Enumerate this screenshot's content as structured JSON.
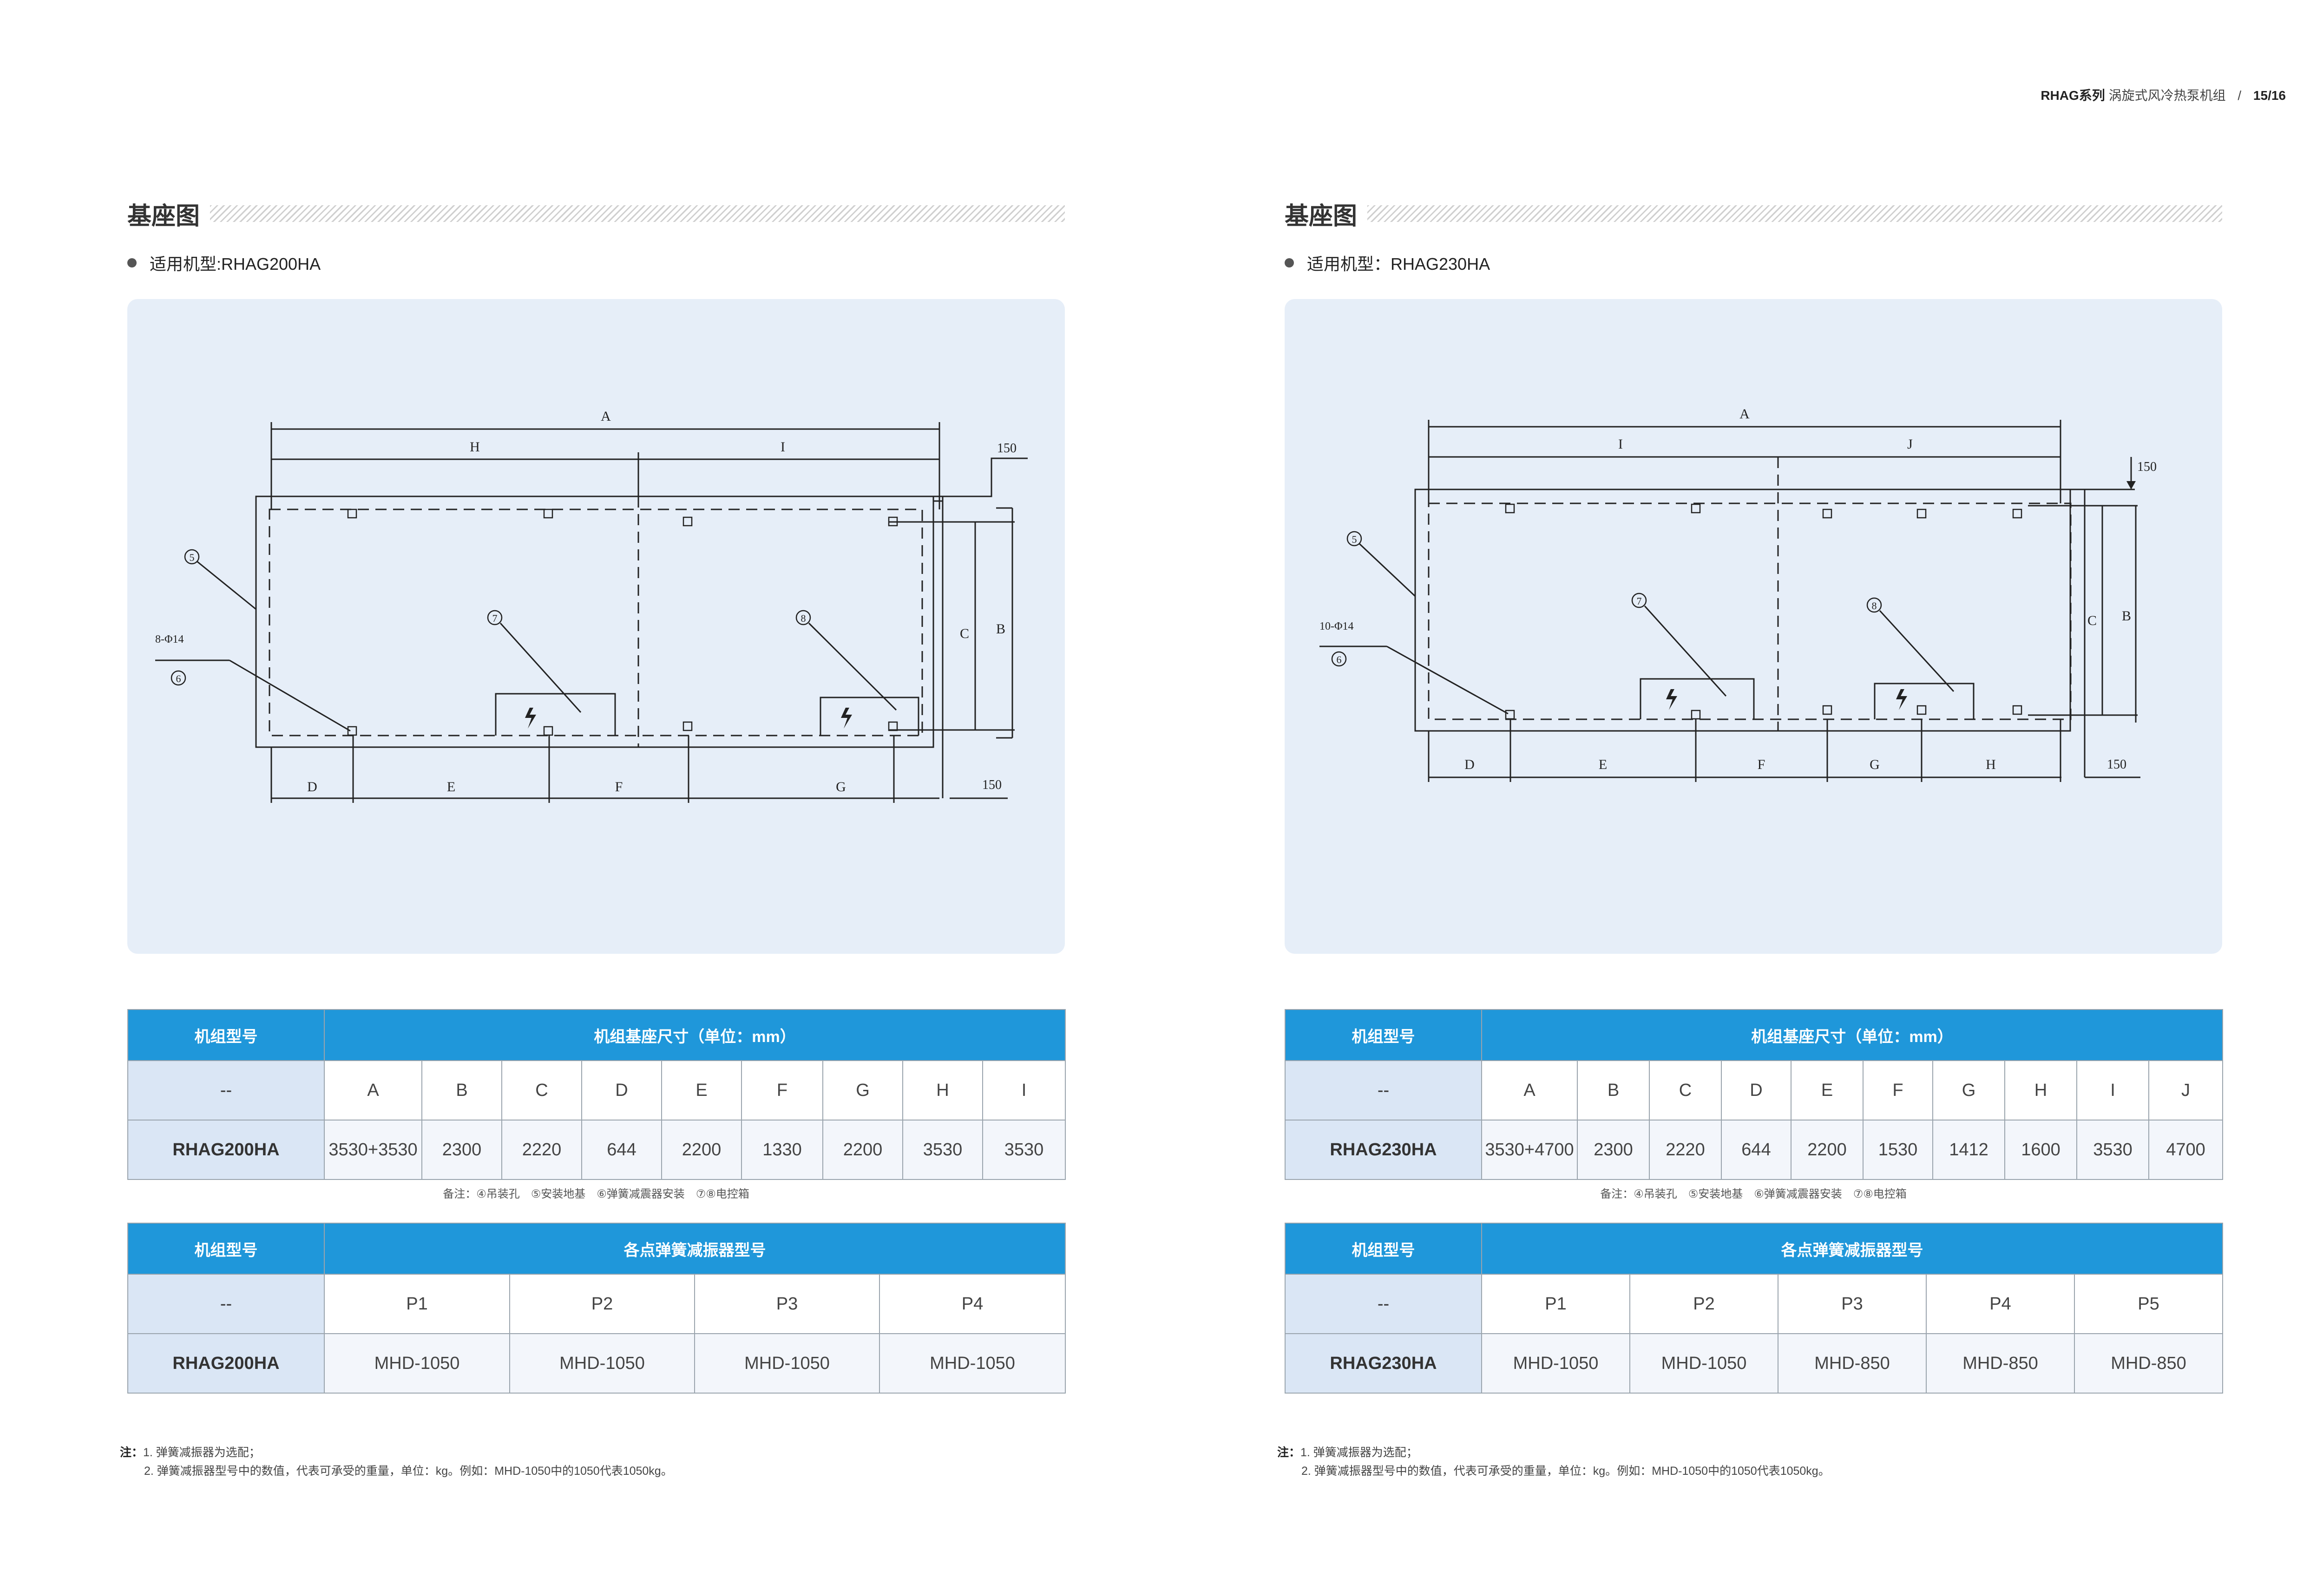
{
  "header": {
    "brand": "RHAG系列",
    "subtitle": "涡旋式风冷热泵机组",
    "separator": "/",
    "page": "15/16"
  },
  "left": {
    "section_title": "基座图",
    "model_label": "适用机型:RHAG200HA",
    "remark": "备注：④吊装孔　⑤安装地基　⑥弹簧减震器安装　⑦⑧电控箱",
    "drawing": {
      "dims_top": [
        "A",
        "H",
        "I"
      ],
      "dims_bottom": [
        "D",
        "E",
        "F",
        "G"
      ],
      "dims_side": [
        "C",
        "B"
      ],
      "offset_top": "150",
      "offset_bottom": "150",
      "hole_spec": "8-Φ14",
      "callouts": [
        "⑤",
        "⑥",
        "⑦",
        "⑧"
      ]
    },
    "table1": {
      "h_model": "机组型号",
      "h_dims": "机组基座尺寸（单位：mm）",
      "row1": [
        "--",
        "A",
        "B",
        "C",
        "D",
        "E",
        "F",
        "G",
        "H",
        "I"
      ],
      "row2": [
        "RHAG200HA",
        "3530+3530",
        "2300",
        "2220",
        "644",
        "2200",
        "1330",
        "2200",
        "3530",
        "3530"
      ]
    },
    "table2": {
      "h_model": "机组型号",
      "h_spring": "各点弹簧减振器型号",
      "row1": [
        "--",
        "P1",
        "P2",
        "P3",
        "P4"
      ],
      "row2": [
        "RHAG200HA",
        "MHD-1050",
        "MHD-1050",
        "MHD-1050",
        "MHD-1050"
      ]
    },
    "notes": {
      "label": "注：",
      "n1": "1. 弹簧减振器为选配；",
      "n2": "2. 弹簧减振器型号中的数值，代表可承受的重量，单位：kg。例如：MHD-1050中的1050代表1050kg。"
    }
  },
  "right": {
    "section_title": "基座图",
    "model_label": "适用机型：RHAG230HA",
    "remark": "备注：④吊装孔　⑤安装地基　⑥弹簧减震器安装　⑦⑧电控箱",
    "drawing": {
      "dims_top": [
        "A",
        "I",
        "J"
      ],
      "dims_bottom": [
        "D",
        "E",
        "F",
        "G",
        "H"
      ],
      "dims_side": [
        "C",
        "B"
      ],
      "offset_top": "150",
      "offset_bottom": "150",
      "hole_spec": "10-Φ14",
      "callouts": [
        "⑤",
        "⑥",
        "⑦",
        "⑧"
      ]
    },
    "table1": {
      "h_model": "机组型号",
      "h_dims": "机组基座尺寸（单位：mm）",
      "row1": [
        "--",
        "A",
        "B",
        "C",
        "D",
        "E",
        "F",
        "G",
        "H",
        "I",
        "J"
      ],
      "row2": [
        "RHAG230HA",
        "3530+4700",
        "2300",
        "2220",
        "644",
        "2200",
        "1530",
        "1412",
        "1600",
        "3530",
        "4700"
      ]
    },
    "table2": {
      "h_model": "机组型号",
      "h_spring": "各点弹簧减振器型号",
      "row1": [
        "--",
        "P1",
        "P2",
        "P3",
        "P4",
        "P5"
      ],
      "row2": [
        "RHAG230HA",
        "MHD-1050",
        "MHD-1050",
        "MHD-850",
        "MHD-850",
        "MHD-850"
      ]
    },
    "notes": {
      "label": "注：",
      "n1": "1. 弹簧减振器为选配；",
      "n2": "2. 弹簧减振器型号中的数值，代表可承受的重量，单位：kg。例如：MHD-1050中的1050代表1050kg。"
    }
  }
}
